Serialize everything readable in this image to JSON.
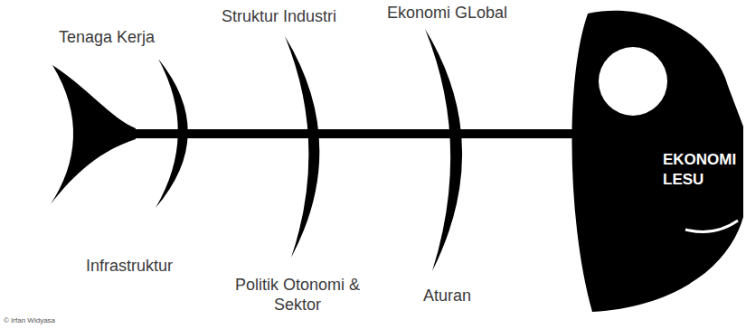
{
  "diagram": {
    "nodes": [
      {
        "text": [
          "EKONOMI LESU"
        ]
      }
    ],
    "labels": [
      "Tenaga Kerja",
      "Struktur Industri",
      "Ekonomi GLobal",
      "Infrastruktur",
      "Politik Otonomi & Sektor",
      "Aturan",
      "© Irfan Widyasa"
    ]
  }
}
